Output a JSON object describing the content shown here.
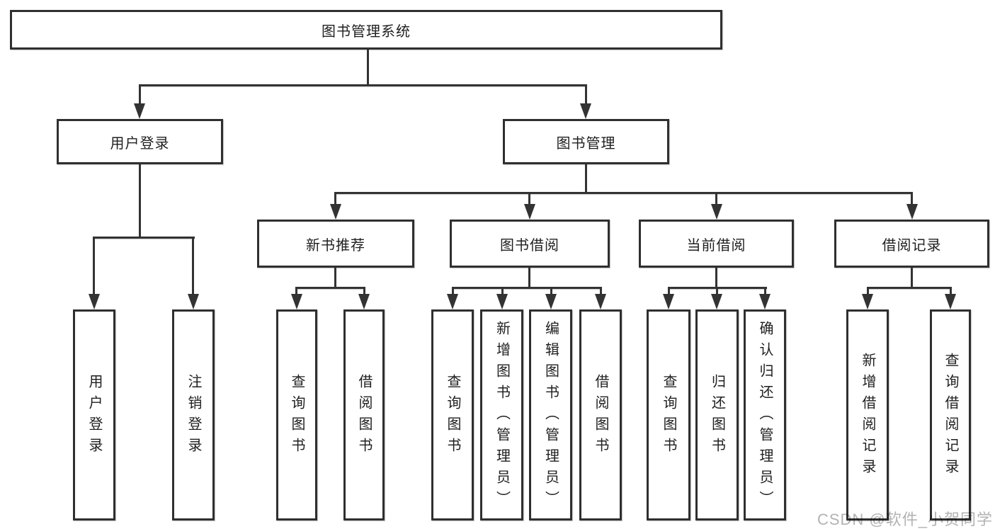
{
  "tree": {
    "root": {
      "label": "图书管理系统"
    },
    "branches": [
      {
        "label": "用户登录",
        "children": [
          {
            "label": "用户登录"
          },
          {
            "label": "注销登录"
          }
        ]
      },
      {
        "label": "图书管理",
        "children": [
          {
            "label": "新书推荐",
            "children": [
              {
                "label": "查询图书"
              },
              {
                "label": "借阅图书"
              }
            ]
          },
          {
            "label": "图书借阅",
            "children": [
              {
                "label": "查询图书"
              },
              {
                "label": "新增图书（管理员）"
              },
              {
                "label": "编辑图书（管理员）"
              },
              {
                "label": "借阅图书"
              }
            ]
          },
          {
            "label": "当前借阅",
            "children": [
              {
                "label": "查询图书"
              },
              {
                "label": "归还图书"
              },
              {
                "label": "确认归还（管理员）"
              }
            ]
          },
          {
            "label": "借阅记录",
            "children": [
              {
                "label": "新增借阅记录"
              },
              {
                "label": "查询借阅记录"
              }
            ]
          }
        ]
      }
    ]
  },
  "watermark": {
    "text": "CSDN @软件_小贺同学"
  },
  "colors": {
    "line": "#333333",
    "node_border": "#2f2f2f",
    "text": "#1f1f1f",
    "watermark": "#b3b3b3",
    "background": "#ffffff"
  }
}
